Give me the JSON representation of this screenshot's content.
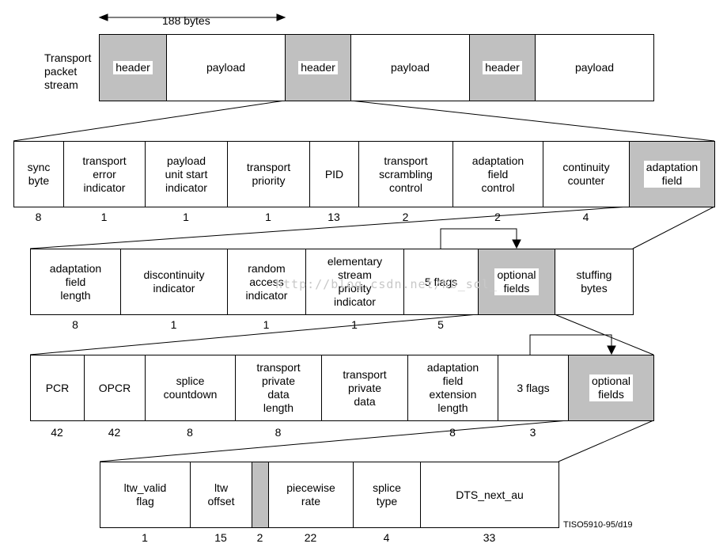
{
  "byte_label": "188 bytes",
  "stream_label": "Transport\npacket\nstream",
  "stream": [
    {
      "label": "header",
      "shaded": true
    },
    {
      "label": "payload",
      "shaded": false
    },
    {
      "label": "header",
      "shaded": true
    },
    {
      "label": "payload",
      "shaded": false
    },
    {
      "label": "header",
      "shaded": true
    },
    {
      "label": "payload",
      "shaded": false
    }
  ],
  "header_fields": [
    {
      "label": "sync\nbyte",
      "bits": "8"
    },
    {
      "label": "transport\nerror\nindicator",
      "bits": "1"
    },
    {
      "label": "payload\nunit start\nindicator",
      "bits": "1"
    },
    {
      "label": "transport\npriority",
      "bits": "1"
    },
    {
      "label": "PID",
      "bits": "13"
    },
    {
      "label": "transport\nscrambling\ncontrol",
      "bits": "2"
    },
    {
      "label": "adaptation\nfield\ncontrol",
      "bits": "2"
    },
    {
      "label": "continuity\ncounter",
      "bits": "4"
    },
    {
      "label": "adaptation\nfield",
      "bits": "",
      "shaded": true
    }
  ],
  "adaptation_fields": [
    {
      "label": "adaptation\nfield\nlength",
      "bits": "8"
    },
    {
      "label": "discontinuity\nindicator",
      "bits": "1"
    },
    {
      "label": "random\naccess\nindicator",
      "bits": "1"
    },
    {
      "label": "elementary\nstream\npriority\nindicator",
      "bits": "1"
    },
    {
      "label": "5 flags",
      "bits": "5"
    },
    {
      "label": "optional\nfields",
      "bits": "",
      "shaded": true
    },
    {
      "label": "stuffing\nbytes",
      "bits": ""
    }
  ],
  "optional_fields": [
    {
      "label": "PCR",
      "bits": "42"
    },
    {
      "label": "OPCR",
      "bits": "42"
    },
    {
      "label": "splice\ncountdown",
      "bits": "8"
    },
    {
      "label": "transport\nprivate\ndata\nlength",
      "bits": "8"
    },
    {
      "label": "transport\nprivate\ndata",
      "bits": ""
    },
    {
      "label": "adaptation\nfield\nextension\nlength",
      "bits": "8"
    },
    {
      "label": "3 flags",
      "bits": "3"
    },
    {
      "label": "optional\nfields",
      "bits": "",
      "shaded": true
    }
  ],
  "extension_fields": [
    {
      "label": "ltw_valid\nflag",
      "bits": "1"
    },
    {
      "label": "ltw\noffset",
      "bits": "15"
    },
    {
      "label": "",
      "bits": "2",
      "shaded": true
    },
    {
      "label": "piecewise\nrate",
      "bits": "22"
    },
    {
      "label": "splice\ntype",
      "bits": "4"
    },
    {
      "label": "DTS_next_au",
      "bits": "33"
    }
  ],
  "figure_code": "TISO5910-95/d19",
  "watermark": "http://blog.csdn.net/hb_sol_"
}
